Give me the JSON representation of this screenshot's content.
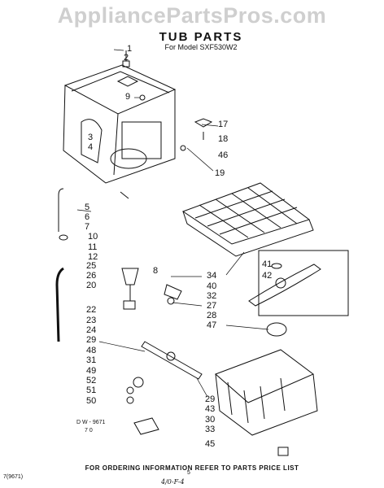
{
  "watermark": "AppliancePartsPros.com",
  "title": "TUB PARTS",
  "subtitle": "For Model SXF530W2",
  "drawing_code": "D W - 9671",
  "code_small": "7 0",
  "footer": "FOR ORDERING INFORMATION REFER TO PARTS PRICE LIST",
  "left_code": "7(9671)",
  "page_mark": "5",
  "handwritten": "4/0-F-4",
  "callouts": {
    "c1": "1",
    "c2": "2",
    "c9": "9",
    "c3": "3",
    "c4": "4",
    "c17": "17",
    "c18": "18",
    "c46": "46",
    "c19": "19",
    "c5": "5",
    "c6": "6",
    "c7": "7",
    "c10": "10",
    "c11": "11",
    "c12": "12",
    "c25": "25",
    "c26": "26",
    "c20": "20",
    "c8": "8",
    "c22": "22",
    "c23": "23",
    "c24": "24",
    "c34": "34",
    "c40": "40",
    "c32": "32",
    "c27": "27",
    "c28": "28",
    "c41": "41",
    "c42": "42",
    "c47": "47",
    "c29a": "29",
    "c48": "48",
    "c31": "31",
    "c49": "49",
    "c52": "52",
    "c51": "51",
    "c50": "50",
    "c29b": "29",
    "c43": "43",
    "c30": "30",
    "c33": "33",
    "c45": "45"
  }
}
